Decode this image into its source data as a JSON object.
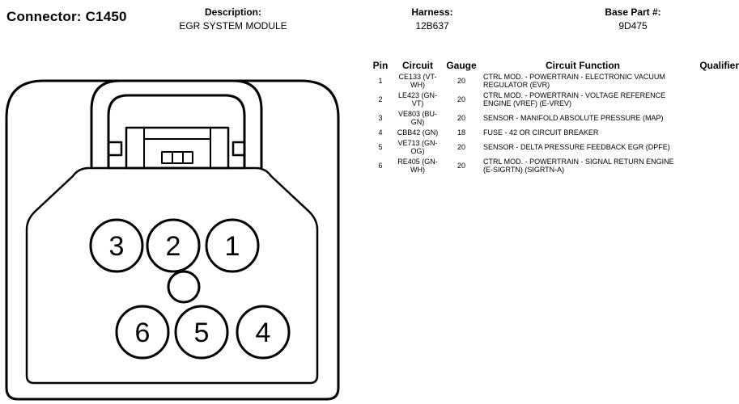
{
  "header": {
    "connector_label": "Connector: C1450",
    "description_label": "Description:",
    "description_value": "EGR SYSTEM MODULE",
    "harness_label": "Harness:",
    "harness_value": "12B637",
    "base_part_label": "Base Part #:",
    "base_part_value": "9D475"
  },
  "table": {
    "headers": {
      "pin": "Pin",
      "circuit": "Circuit",
      "gauge": "Gauge",
      "function": "Circuit Function",
      "qualifier": "Qualifier"
    },
    "rows": [
      {
        "pin": "1",
        "circuit": "CE133 (VT-WH)",
        "gauge": "20",
        "function": "CTRL MOD. - POWERTRAIN - ELECTRONIC VACUUM REGULATOR (EVR)",
        "qualifier": ""
      },
      {
        "pin": "2",
        "circuit": "LE423 (GN-VT)",
        "gauge": "20",
        "function": "CTRL MOD. - POWERTRAIN - VOLTAGE REFERENCE ENGINE (VREF) (E-VREV)",
        "qualifier": ""
      },
      {
        "pin": "3",
        "circuit": "VE803 (BU-GN)",
        "gauge": "20",
        "function": "SENSOR - MANIFOLD ABSOLUTE PRESSURE (MAP)",
        "qualifier": ""
      },
      {
        "pin": "4",
        "circuit": "CBB42 (GN)",
        "gauge": "18",
        "function": "FUSE - 42 OR CIRCUIT BREAKER",
        "qualifier": ""
      },
      {
        "pin": "5",
        "circuit": "VE713 (GN-OG)",
        "gauge": "20",
        "function": "SENSOR - DELTA PRESSURE FEEDBACK EGR (DPFE)",
        "qualifier": ""
      },
      {
        "pin": "6",
        "circuit": "RE405 (GN-WH)",
        "gauge": "20",
        "function": "CTRL MOD. - POWERTRAIN - SIGNAL RETURN ENGINE (E-SIGRTN) (SIGRTN-A)",
        "qualifier": ""
      }
    ]
  },
  "connector": {
    "pin_labels": [
      "3",
      "2",
      "1",
      "6",
      "5",
      "4"
    ]
  }
}
